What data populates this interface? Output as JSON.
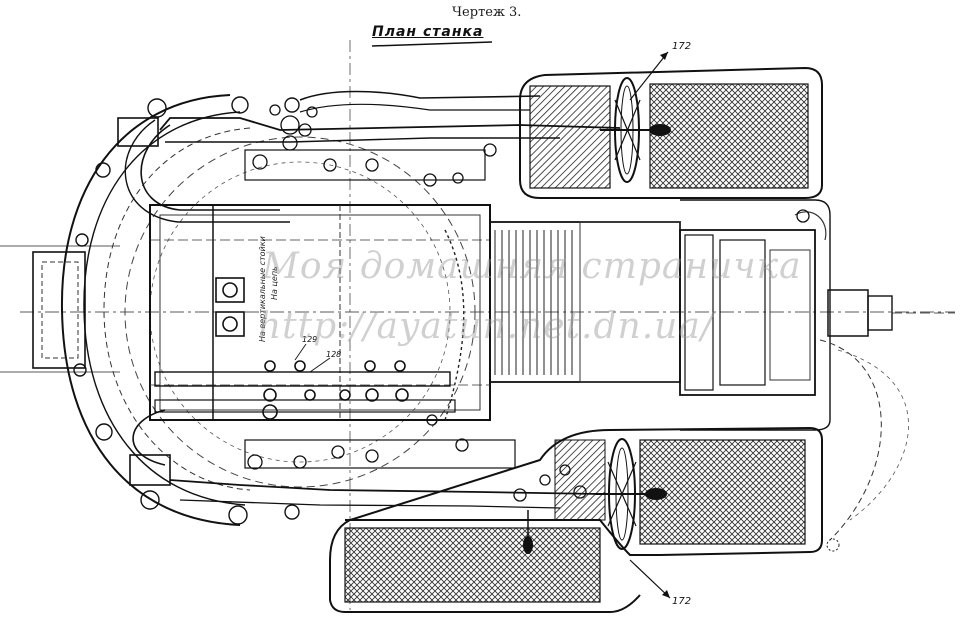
{
  "header": {
    "drawing_number": "Чертеж 3.",
    "plan_title": "План станка"
  },
  "callouts": {
    "top_handwheel": "172",
    "bottom_handwheel": "172",
    "ref_128": "128",
    "ref_129": "129"
  },
  "notes": {
    "vertical_note_1": "На вертикальные стойки",
    "vertical_note_2": "На цепь"
  },
  "watermark": {
    "line1": "Моя домашняя страничка",
    "line2": "http://ayatun.net.dn.ua/"
  },
  "colors": {
    "ink": "#111111",
    "hatch": "#333333",
    "paper": "#ffffff",
    "watermark": "#9a9a9a"
  }
}
